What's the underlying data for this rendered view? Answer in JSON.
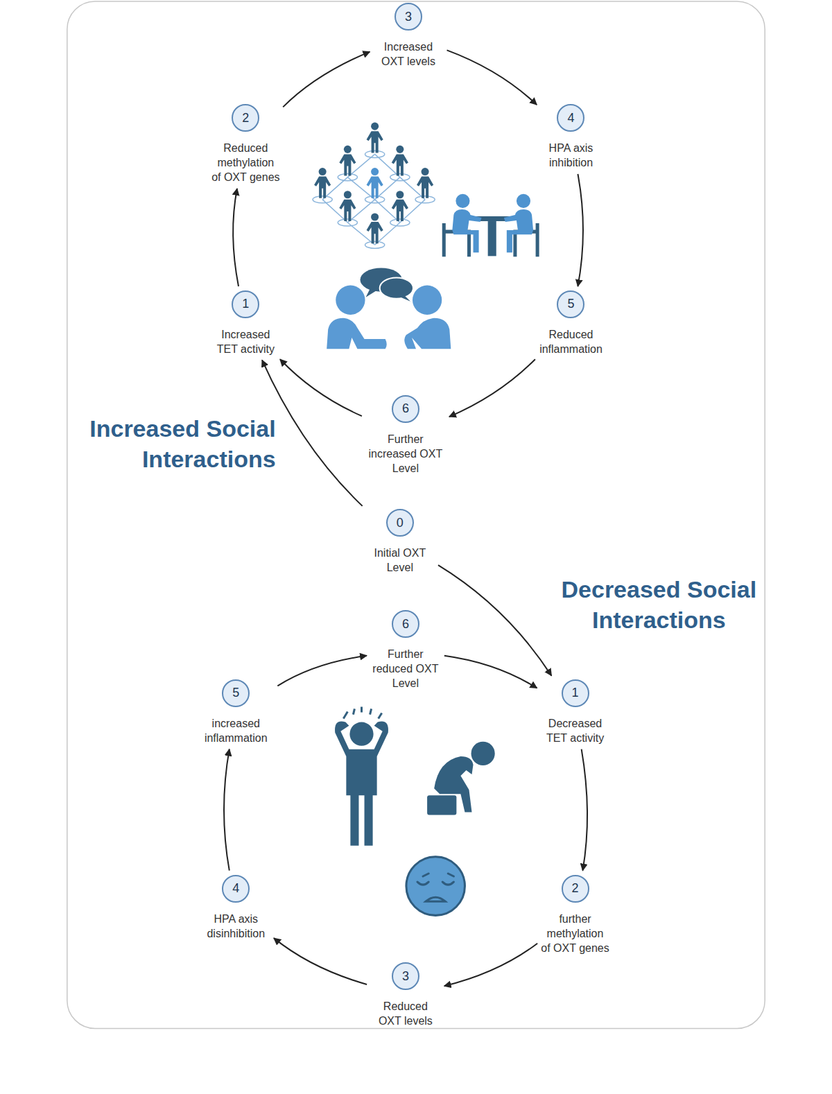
{
  "diagram": {
    "nodes": [
      {
        "text": [
          "3",
          "Increased OXT levels"
        ]
      },
      {
        "text": [
          "2",
          "Reduced methylation of OXT genes"
        ]
      },
      {
        "text": [
          "4",
          "HPA axis inhibition"
        ]
      },
      {
        "text": [
          "1",
          "Increased TET activity"
        ]
      },
      {
        "text": [
          "5",
          "Reduced inflammation"
        ]
      },
      {
        "text": [
          "6",
          "Further increased OXT Level"
        ]
      },
      {
        "text": [
          "0",
          "Initial OXT Level"
        ]
      },
      {
        "text": [
          "6",
          "Further reduced OXT Level"
        ]
      },
      {
        "text": [
          "5",
          "increased inflammation"
        ]
      },
      {
        "text": [
          "1",
          "Decreased TET activity"
        ]
      },
      {
        "text": [
          "4",
          "HPA axis disinhibition"
        ]
      },
      {
        "text": [
          "2",
          "further methylation of OXT genes"
        ]
      },
      {
        "text": [
          "3",
          "Reduced OXT levels"
        ]
      }
    ],
    "edges": [
      {
        "from": 3,
        "to": 1,
        "arrow": "to"
      },
      {
        "from": 1,
        "to": 0,
        "arrow": "to"
      },
      {
        "from": 0,
        "to": 2,
        "arrow": "to"
      },
      {
        "from": 2,
        "to": 4,
        "arrow": "to"
      },
      {
        "from": 4,
        "to": 5,
        "arrow": "to"
      },
      {
        "from": 5,
        "to": 3,
        "arrow": "to"
      },
      {
        "from": 6,
        "to": 3,
        "label": "Increased Social Interactions",
        "arrow": "to"
      },
      {
        "from": 6,
        "to": 9,
        "label": "Decreased Social Interactions",
        "arrow": "to"
      },
      {
        "from": 9,
        "to": 11,
        "arrow": "to"
      },
      {
        "from": 11,
        "to": 12,
        "arrow": "to"
      },
      {
        "from": 12,
        "to": 10,
        "arrow": "to"
      },
      {
        "from": 10,
        "to": 8,
        "arrow": "to"
      },
      {
        "from": 8,
        "to": 7,
        "arrow": "to"
      },
      {
        "from": 7,
        "to": 9,
        "arrow": "to"
      }
    ]
  }
}
